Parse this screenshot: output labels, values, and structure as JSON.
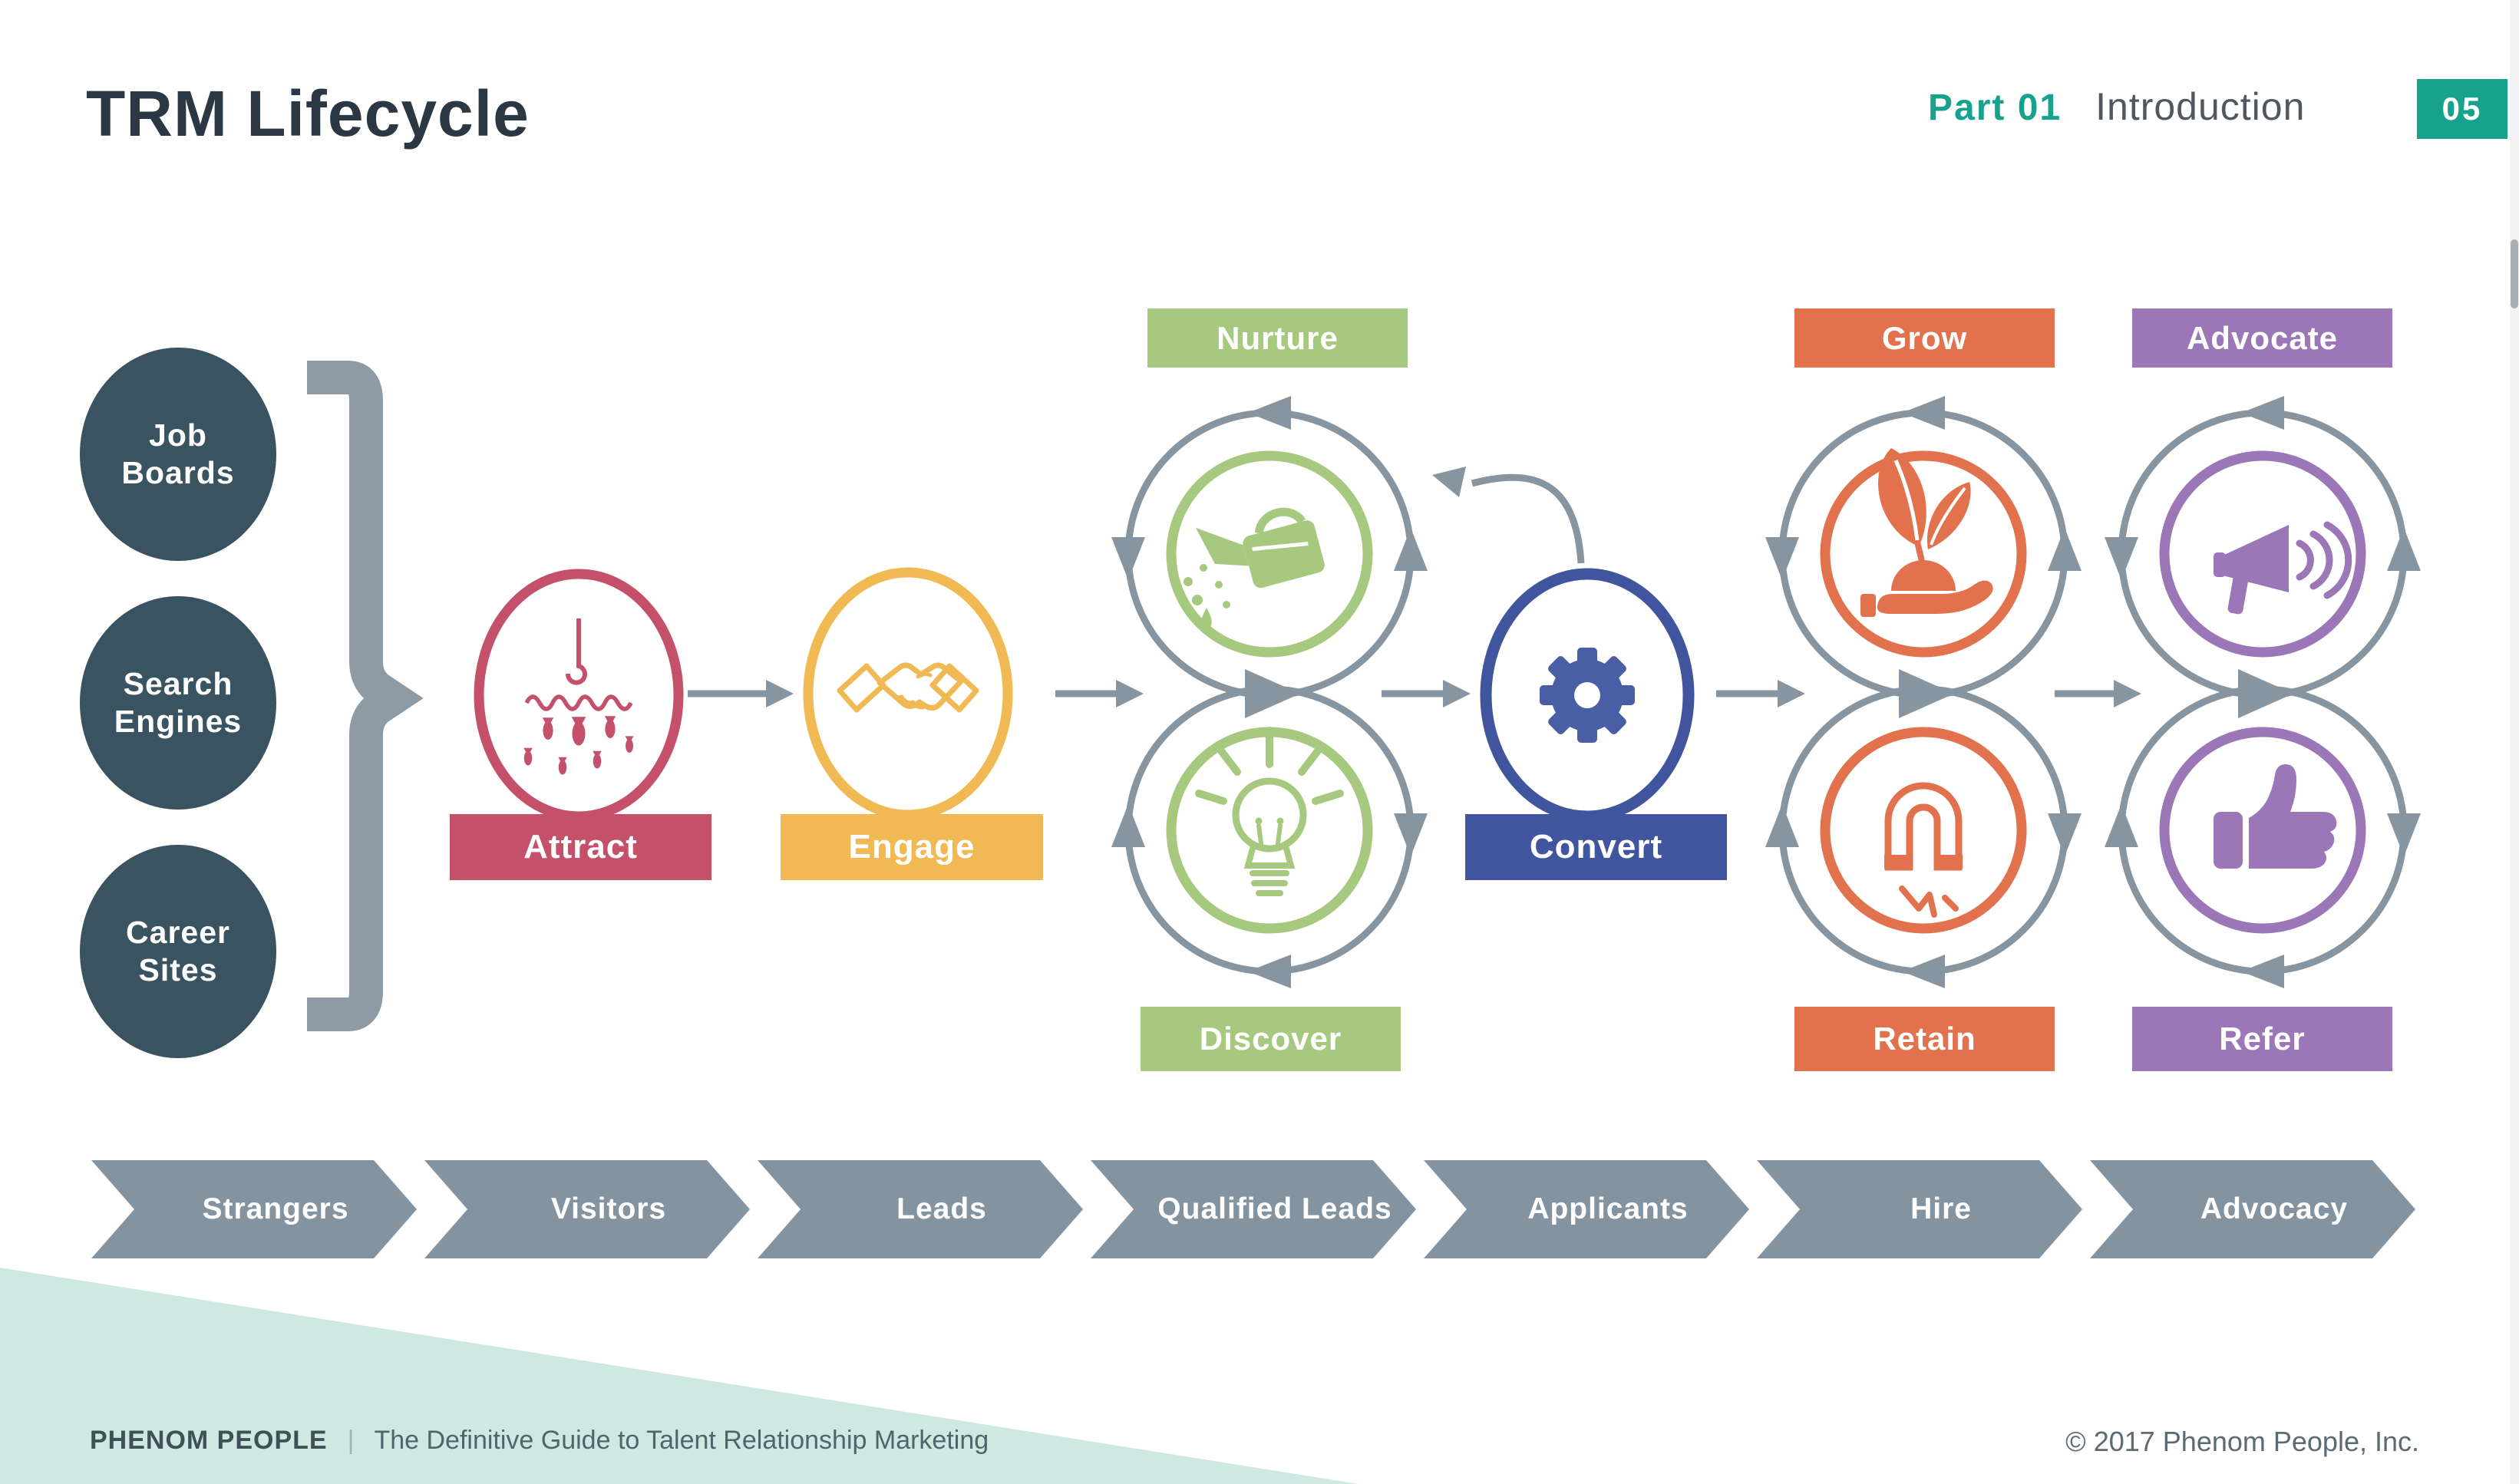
{
  "slide": {
    "title": "TRM Lifecycle",
    "part_label": "Part 01",
    "section_label": "Introduction",
    "page_number": "05"
  },
  "sources": [
    {
      "line1": "Job",
      "line2": "Boards"
    },
    {
      "line1": "Search",
      "line2": "Engines"
    },
    {
      "line1": "Career",
      "line2": "Sites"
    }
  ],
  "stages": {
    "attract": "Attract",
    "engage": "Engage",
    "nurture": "Nurture",
    "discover": "Discover",
    "convert": "Convert",
    "grow": "Grow",
    "retain": "Retain",
    "advocate": "Advocate",
    "refer": "Refer"
  },
  "funnel": [
    "Strangers",
    "Visitors",
    "Leads",
    "Qualified Leads",
    "Applicants",
    "Hire",
    "Advocacy"
  ],
  "footer": {
    "brand": "PHENOM PEOPLE",
    "divider": "|",
    "tagline": "The Definitive Guide to Talent Relationship Marketing",
    "copyright": "© 2017 Phenom People, Inc."
  },
  "icons": [
    "fishing-hook-icon",
    "handshake-icon",
    "watering-can-icon",
    "lightbulb-icon",
    "gear-icon",
    "sprout-hand-icon",
    "magnet-icon",
    "megaphone-icon",
    "thumbs-up-icon"
  ],
  "colors": {
    "accent_teal": "#16A28D",
    "title_dark": "#2B3844",
    "source_circle": "#3A5361",
    "attract_pink": "#C45069",
    "engage_yellow": "#F0B954",
    "nurture_green": "#A6C97F",
    "convert_blue": "#41549E",
    "grow_orange": "#E2714D",
    "advocate_purple": "#9B77B7",
    "flow_gray": "#8795A1",
    "chevron_gray": "#8493A0",
    "mint_wedge": "#CEE9E2"
  }
}
